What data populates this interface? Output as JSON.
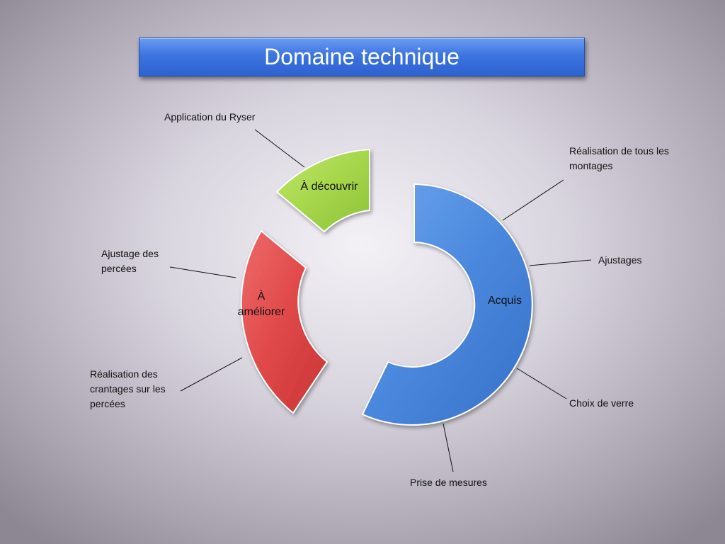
{
  "title": "Domaine technique",
  "segments": {
    "acquis": {
      "label": "Acquis",
      "color": "#4a88dd"
    },
    "ameliorer": {
      "label": "À\naméliorer",
      "color": "#e04848"
    },
    "decouvrir": {
      "label": "À découvrir",
      "color": "#a6d64a"
    }
  },
  "callouts": {
    "application_ryser": "Application du Ryser",
    "realisation_montages": "Réalisation de tous les\nmontages",
    "ajustages": "Ajustages",
    "ajustage_percees": "Ajustage des\npercées",
    "realisation_crantages": "Réalisation des\ncrantages sur les\npercées",
    "choix_verre": "Choix de verre",
    "prise_mesures": "Prise de mesures"
  }
}
